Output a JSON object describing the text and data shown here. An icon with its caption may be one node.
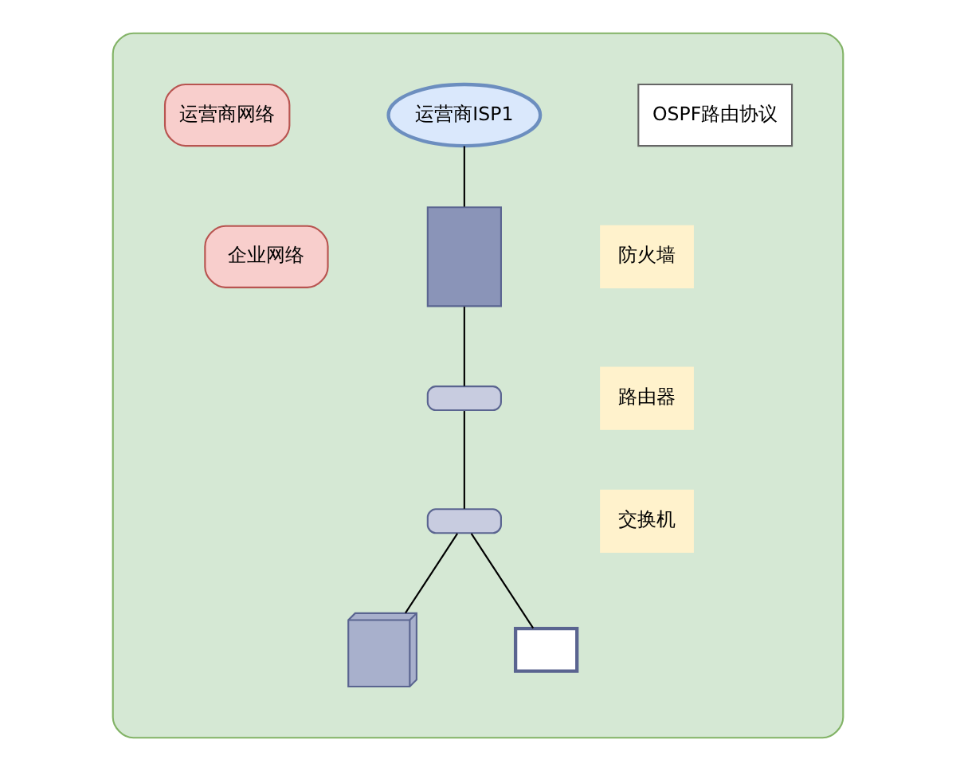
{
  "diagram": {
    "nodes": [
      {
        "text": [],
        "shape": "ellipse"
      },
      {
        "text": [
          "运营商网络"
        ],
        "in": 0
      },
      {
        "text": [
          "企业网络"
        ],
        "in": 0
      },
      {
        "text": [
          "运营商ISP1"
        ],
        "in": 0
      },
      {
        "text": [
          "OSPF路由协议"
        ],
        "in": 0
      },
      {
        "text": [],
        "shape": "firewall",
        "in": 0
      },
      {
        "text": [
          "防火墙"
        ],
        "in": 0
      },
      {
        "text": [],
        "shape": "router",
        "in": 0
      },
      {
        "text": [
          "路由器"
        ],
        "in": 0
      },
      {
        "text": [],
        "shape": "switch",
        "in": 0
      },
      {
        "text": [
          "交换机"
        ],
        "in": 0
      },
      {
        "text": [],
        "shape": "server",
        "in": 0
      },
      {
        "text": [],
        "shape": "computer",
        "in": 0
      }
    ],
    "edges": [
      {
        "from": 3,
        "to": 5,
        "arrow": "none"
      },
      {
        "from": 5,
        "to": 7,
        "arrow": "none"
      },
      {
        "from": 7,
        "to": 9,
        "arrow": "none"
      },
      {
        "from": 9,
        "to": 11,
        "arrow": "none"
      },
      {
        "from": 9,
        "to": 12,
        "arrow": "none"
      }
    ]
  }
}
